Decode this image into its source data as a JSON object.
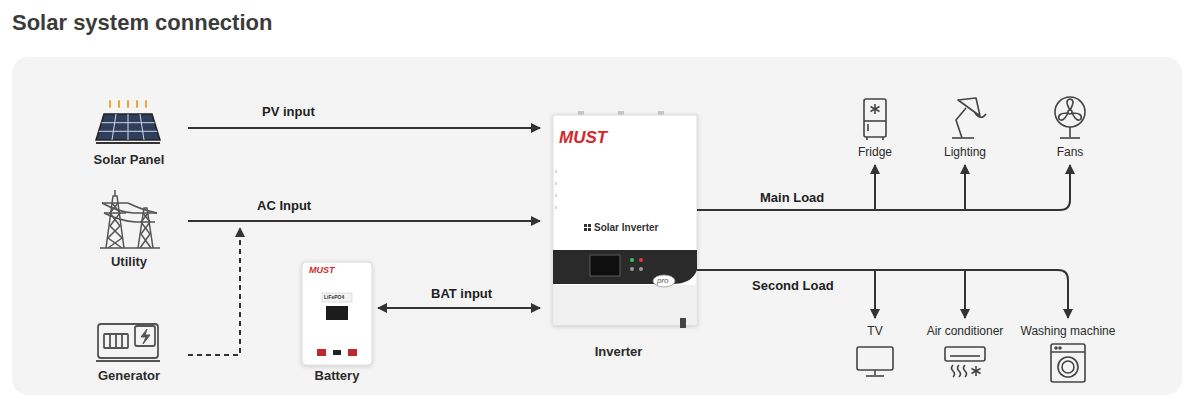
{
  "diagram": {
    "title": "Solar system connection",
    "nodes": [
      {
        "text": [
          "Solar Panel"
        ]
      },
      {
        "text": [
          "Utility"
        ]
      },
      {
        "text": [
          "Generator"
        ]
      },
      {
        "text": [
          "Battery"
        ]
      },
      {
        "text": [
          "Inverter"
        ]
      },
      {
        "text": [
          "Fridge"
        ]
      },
      {
        "text": [
          "Lighting"
        ]
      },
      {
        "text": [
          "Fans"
        ]
      },
      {
        "text": [
          "TV"
        ]
      },
      {
        "text": [
          "Air conditioner"
        ]
      },
      {
        "text": [
          "Washing machine"
        ]
      }
    ],
    "edges": [
      {
        "from": 0,
        "to": 4,
        "arrow": "to",
        "label": "PV input"
      },
      {
        "from": 1,
        "to": 4,
        "arrow": "to",
        "label": "AC Input"
      },
      {
        "from": 2,
        "to": 4,
        "arrow": "to"
      },
      {
        "from": 3,
        "to": 4,
        "arrow": "both",
        "label": "BAT input"
      },
      {
        "from": 4,
        "to": 5,
        "arrow": "to",
        "label": "Main Load"
      },
      {
        "from": 4,
        "to": 6,
        "arrow": "to"
      },
      {
        "from": 4,
        "to": 7,
        "arrow": "to"
      },
      {
        "from": 4,
        "to": 8,
        "arrow": "to",
        "label": "Second Load"
      },
      {
        "from": 4,
        "to": 9,
        "arrow": "to"
      },
      {
        "from": 4,
        "to": 10,
        "arrow": "to"
      }
    ],
    "labels": [
      "MUST",
      "Solar Inverter",
      "pro",
      "MUST",
      "LiFePO4"
    ]
  }
}
